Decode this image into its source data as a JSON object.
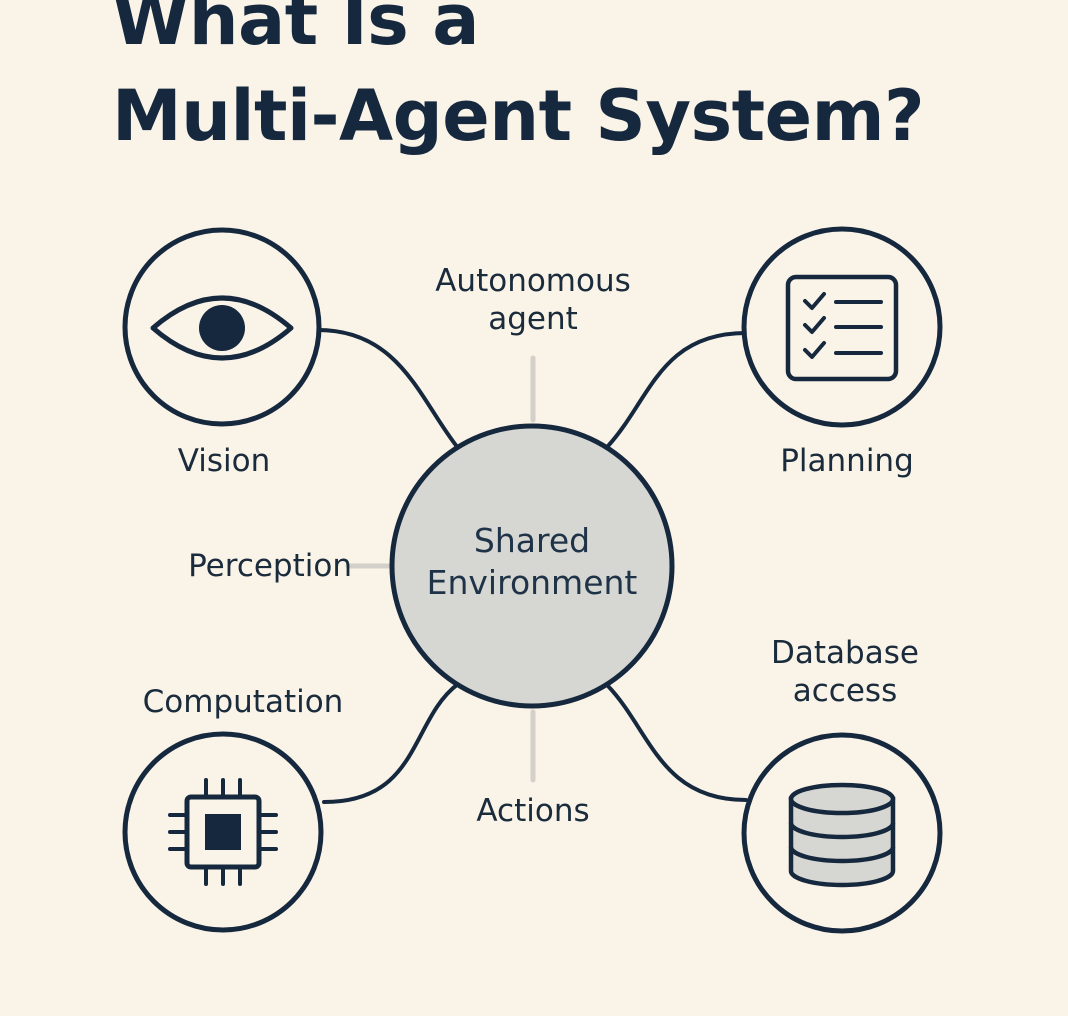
{
  "title": {
    "line1": "What Is a",
    "line2": "Multi-Agent System?"
  },
  "center": {
    "line1": "Shared",
    "line2": "Environment"
  },
  "labels": {
    "autonomous_line1": "Autonomous",
    "autonomous_line2": "agent",
    "vision": "Vision",
    "planning": "Planning",
    "perception": "Perception",
    "computation": "Computation",
    "database_line1": "Database",
    "database_line2": "access",
    "actions": "Actions"
  },
  "icons": [
    "eye-icon",
    "checklist-icon",
    "cpu-chip-icon",
    "database-icon"
  ],
  "colors": {
    "background": "#faf3e8",
    "ink": "#15283d",
    "center_fill": "#d6d6d2",
    "connector_faint": "#d2d0c8"
  }
}
